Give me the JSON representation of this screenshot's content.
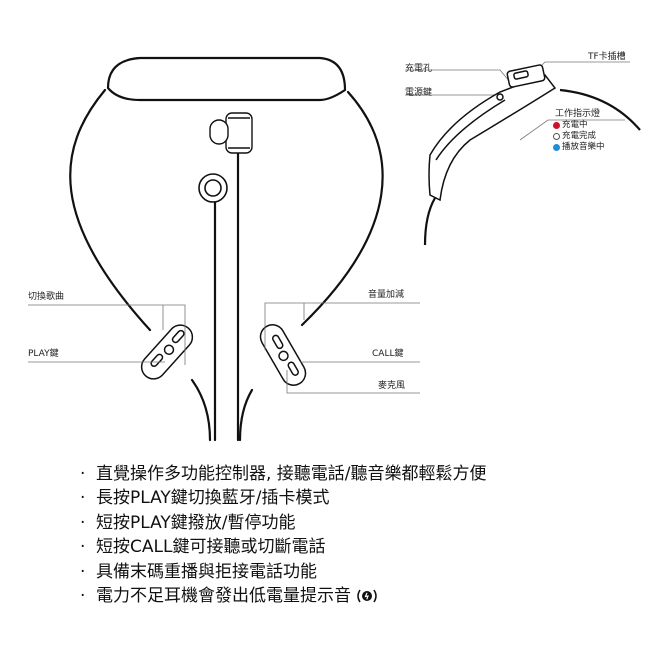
{
  "labels": {
    "charge_port": "充電孔",
    "tf_slot": "TF卡插槽",
    "power_key": "電源鍵",
    "indicator_light": "工作指示燈",
    "switch_song": "切換歌曲",
    "volume_up": "音量加減",
    "play_key": "PLAY鍵",
    "call_key": "CALL鍵",
    "microphone": "麥克風"
  },
  "indicator_legend": [
    {
      "text": "充電中",
      "color": "#d0112b",
      "filled": true
    },
    {
      "text": "充電完成",
      "color": "#555555",
      "filled": false
    },
    {
      "text": "播放音樂中",
      "color": "#1e8fd6",
      "filled": true
    }
  ],
  "features": [
    "直覺操作多功能控制器, 接聽電話/聽音樂都輕鬆方便",
    "長按PLAY鍵切換藍牙/插卡模式",
    "短按PLAY鍵撥放/暫停功能",
    "短按CALL鍵可接聽或切斷電話",
    "具備末碼重播與拒接電話功能",
    "電力不足耳機會發出低電量提示音"
  ],
  "bullet": "·",
  "low_battery_icon": "speaker-alert-icon"
}
